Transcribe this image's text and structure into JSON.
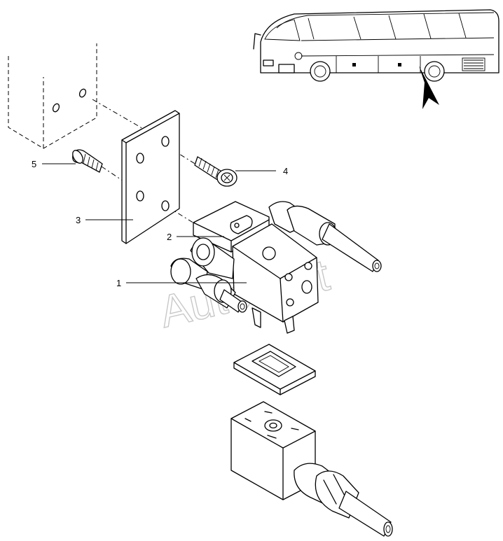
{
  "diagram": {
    "callouts": [
      {
        "id": "1",
        "label": "1"
      },
      {
        "id": "2",
        "label": "2"
      },
      {
        "id": "3",
        "label": "3"
      },
      {
        "id": "4",
        "label": "4"
      },
      {
        "id": "5",
        "label": "5"
      }
    ],
    "watermark": "AutoSoft"
  }
}
